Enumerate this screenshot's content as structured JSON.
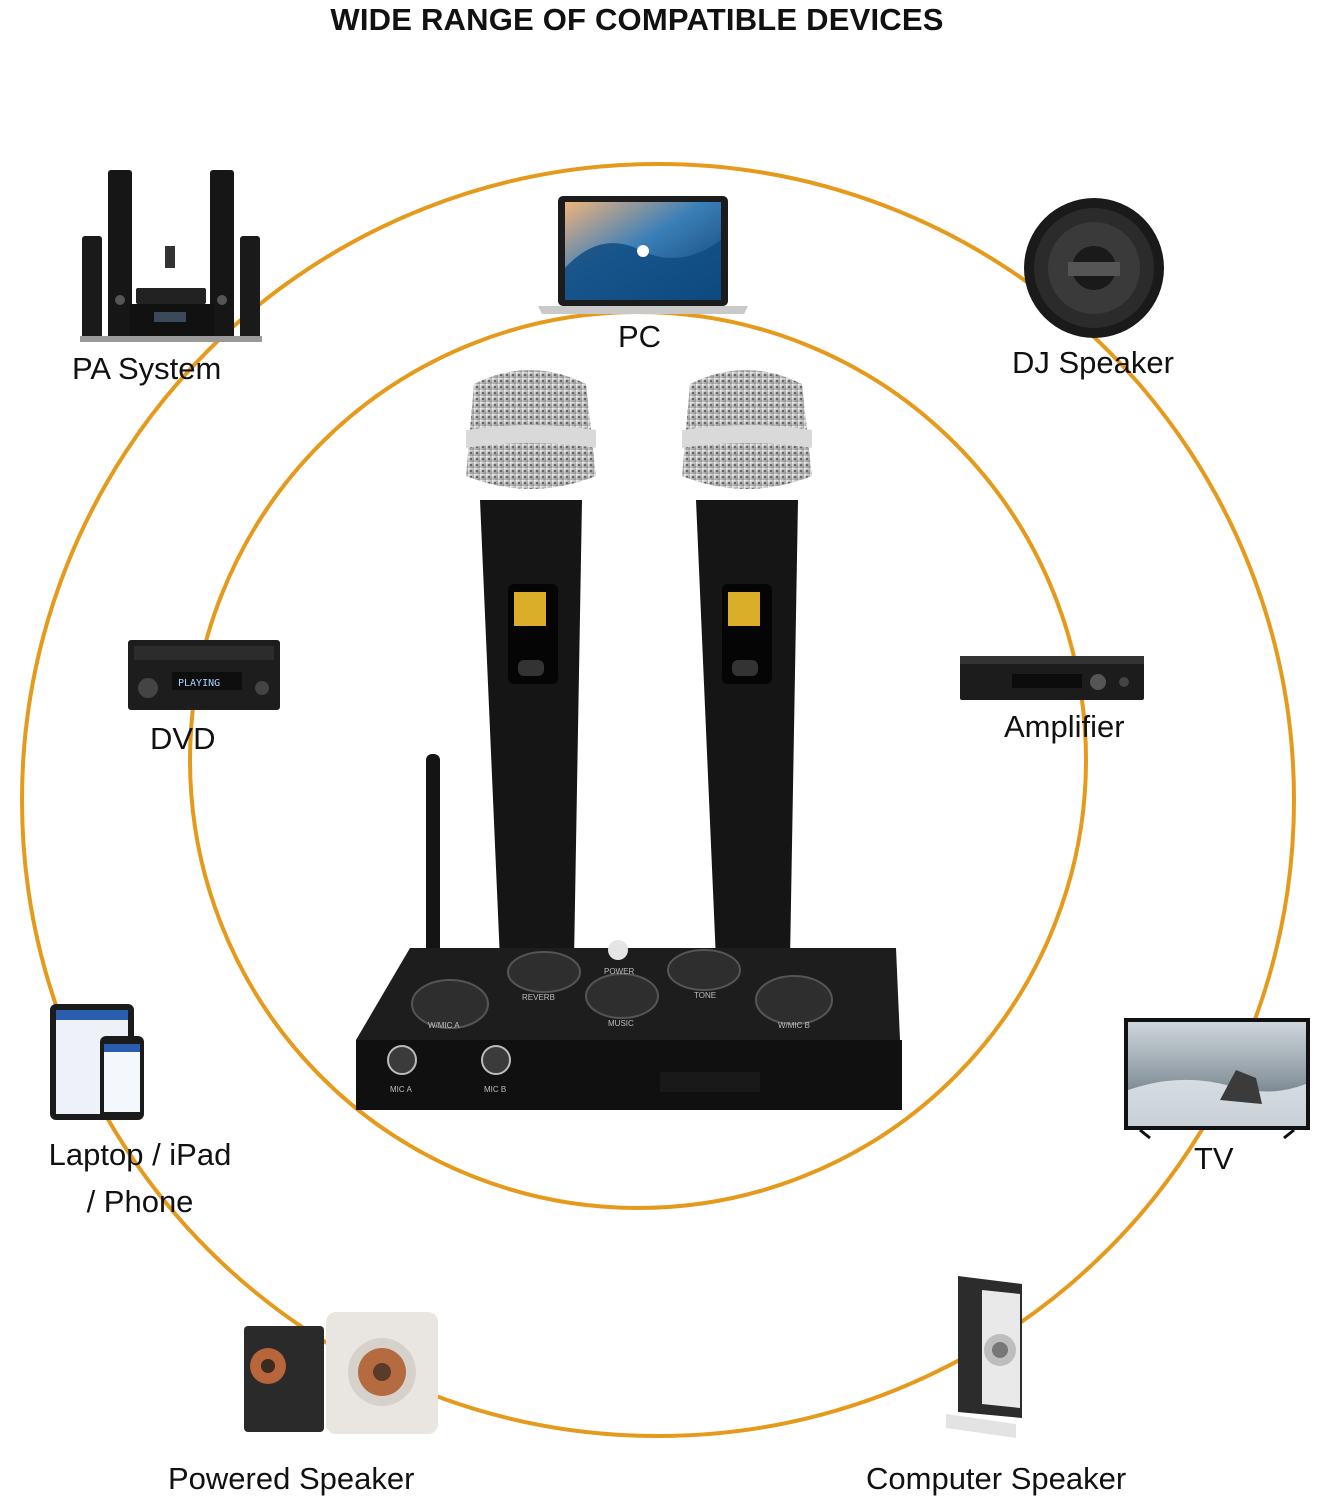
{
  "title": "WIDE RANGE OF COMPATIBLE DEVICES",
  "colors": {
    "ring": "#E69A1C",
    "device_dark": "#161616",
    "accent_yellow": "#F2C12E"
  },
  "center_product": {
    "base_labels": {
      "power": "POWER",
      "reverb": "REVERB",
      "tone": "TONE",
      "music": "MUSIC",
      "wmic_a": "W/MIC A",
      "wmic_b": "W/MIC B",
      "mic_a": "MIC A",
      "mic_b": "MIC B"
    }
  },
  "devices": {
    "pa_system": {
      "label": "PA System",
      "icon": "home-theater-speakers-icon"
    },
    "pc": {
      "label": "PC",
      "icon": "laptop-icon"
    },
    "dj_speaker": {
      "label": "DJ Speaker",
      "icon": "subwoofer-icon"
    },
    "dvd": {
      "label": "DVD",
      "icon": "dvd-player-icon"
    },
    "amplifier": {
      "label": "Amplifier",
      "icon": "amplifier-icon"
    },
    "laptop_ipad_phone": {
      "label_line1": "Laptop / iPad",
      "label_line2": "/ Phone",
      "icon": "tablet-phone-icon"
    },
    "tv": {
      "label": "TV",
      "icon": "tv-icon"
    },
    "powered_speaker": {
      "label": "Powered Speaker",
      "icon": "bookshelf-speakers-icon"
    },
    "computer_speaker": {
      "label": "Computer Speaker",
      "icon": "desktop-speaker-icon"
    }
  }
}
